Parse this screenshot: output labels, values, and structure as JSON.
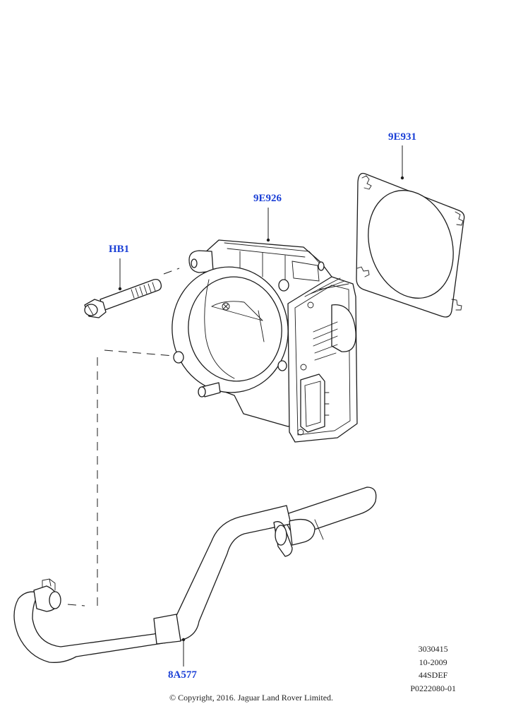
{
  "callouts": {
    "hb1": "HB1",
    "9e926": "9E926",
    "9e931": "9E931",
    "8a577": "8A577"
  },
  "meta": {
    "line1": "3030415",
    "line2": "10-2009",
    "line3": "44SDEF",
    "line4": "P0222080-01"
  },
  "copyright": "© Copyright, 2016. Jaguar Land Rover Limited.",
  "colors": {
    "callout": "#1a3fd6",
    "line": "#1c1c1c"
  }
}
